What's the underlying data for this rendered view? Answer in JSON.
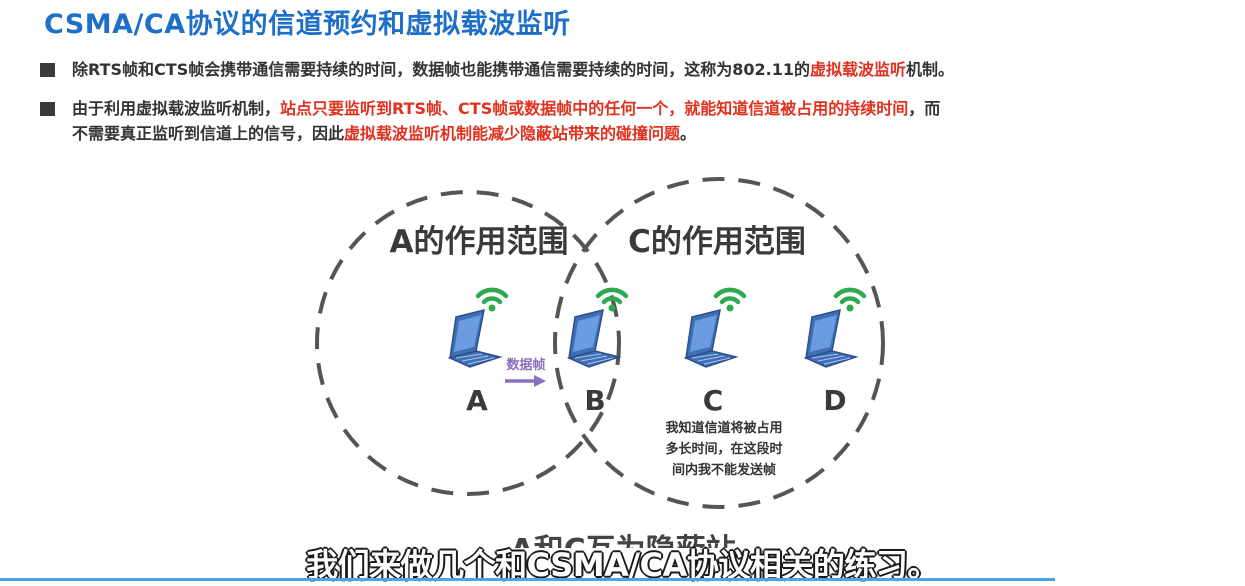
{
  "title": "CSMA/CA协议的信道预约和虚拟载波监听",
  "bullets": [
    {
      "p1": "除RTS帧和CTS帧会携带通信需要持续的时间，数据帧也能携带通信需要持续的时间，这称为802.11的",
      "p2": "虚拟载波监听",
      "p3": "机制。"
    },
    {
      "p1": "由于利用虚拟载波监听机制，",
      "p2": "站点只要监听到RTS帧、CTS帧或数据帧中的任何一个，就能知道信道被占用的持续时间",
      "p3": "，而",
      "p4": "不需要真正监听到信道上的信号，因此",
      "p5": "虚拟载波监听机制能减少隐蔽站带来的碰撞问题",
      "p6": "。"
    }
  ],
  "diagram": {
    "range_a": "A的作用范围",
    "range_c": "C的作用范围",
    "stations": [
      "A",
      "B",
      "C",
      "D"
    ],
    "frame_label": "数据帧",
    "c_note": [
      "我知道信道将被占用",
      "多长时间，在这段时",
      "间内我不能发送帧"
    ],
    "bottom_partial": "A和C互为隐蔽站"
  },
  "subtitle": "我们来做几个和CSMA/CA协议相关的练习。",
  "colors": {
    "title": "#1e6fc8",
    "highlight": "#e0301e",
    "arrow": "#8a6fc0",
    "wifi": "#2fa84f",
    "laptop": "#3f6fb5",
    "progress": "#4aa3e8"
  }
}
